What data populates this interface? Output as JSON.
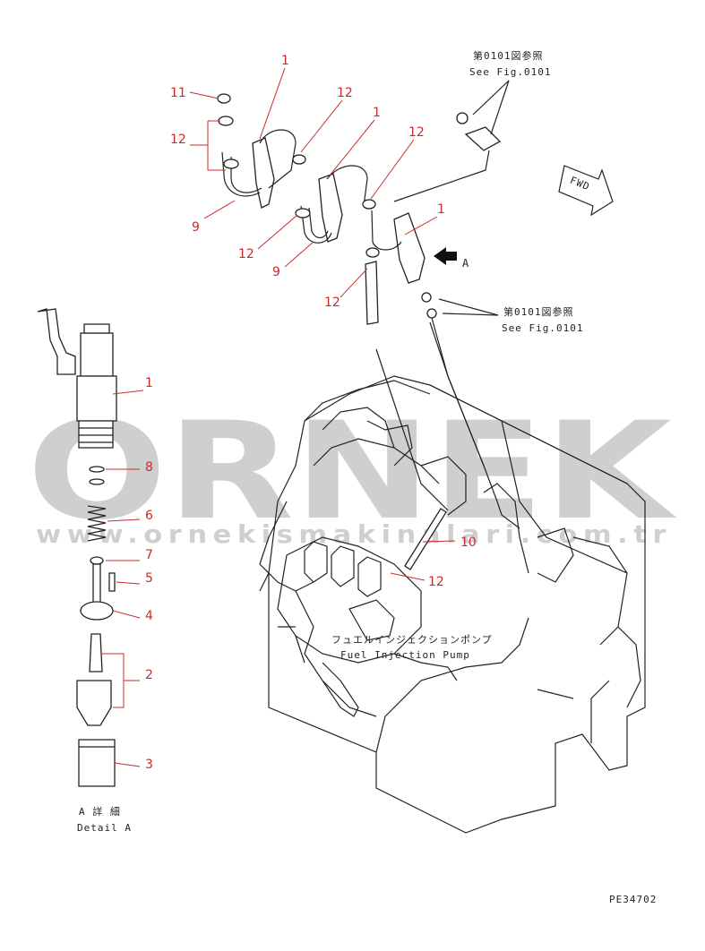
{
  "watermark": {
    "brand": "ORNEK",
    "url": "www.ornekismakinalari.com.tr"
  },
  "refs": {
    "top_jp": "第0101図参照",
    "top_en": "See Fig.0101",
    "mid_jp": "第0101図参照",
    "mid_en": "See Fig.0101"
  },
  "fwd_label": "FWD",
  "arrow_label": "A",
  "pump_label": {
    "jp": "フュエルインジェクションポンプ",
    "en": "Fuel Injection Pump"
  },
  "detail_label": {
    "jp": "A 詳 細",
    "en": "Detail A"
  },
  "drawing_code": "PE34702",
  "callouts": {
    "c1a": "1",
    "c1b": "1",
    "c1c": "1",
    "c1d": "1",
    "c2": "2",
    "c3": "3",
    "c4": "4",
    "c5": "5",
    "c6": "6",
    "c7": "7",
    "c8": "8",
    "c9a": "9",
    "c9b": "9",
    "c10": "10",
    "c11": "11",
    "c12a": "12",
    "c12b": "12",
    "c12c": "12",
    "c12d": "12",
    "c12e": "12",
    "c12f": "12"
  },
  "colors": {
    "callout": "#cc2a2a",
    "line": "#222222",
    "watermark": "#cfcfcf"
  }
}
